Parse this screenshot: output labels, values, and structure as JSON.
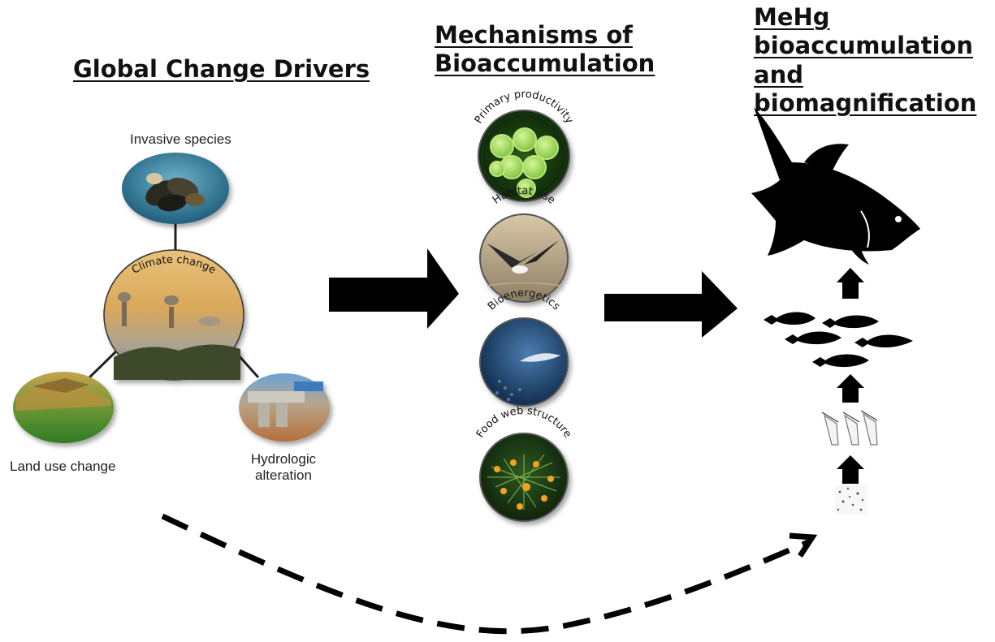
{
  "headings": {
    "drivers": "Global Change Drivers",
    "mechanisms_line1": "Mechanisms of",
    "mechanisms_line2": "Bioaccumulation",
    "mehg_line1": "MeHg",
    "mehg_line2": "bioaccumulation and",
    "mehg_line3": "biomagnification"
  },
  "drivers": {
    "center": "Climate change",
    "top": "Invasive species",
    "left": "Land use change",
    "right_line1": "Hydrologic",
    "right_line2": "alteration"
  },
  "mechanisms": [
    "Primary productivity",
    "Habitat use",
    "Bioenergetics",
    "Food web structure"
  ],
  "colors": {
    "arrow": "#000000",
    "algae": "#8fd14a",
    "water": "#2a4f7a",
    "sky": "#d9a85a",
    "field": "#3f8f2a"
  },
  "icons": {
    "top_predator": "large-fish-icon",
    "forage_fish": "small-fish-icon",
    "invertebrates": "zooplankton-icon",
    "base": "phytoplankton-icon"
  }
}
